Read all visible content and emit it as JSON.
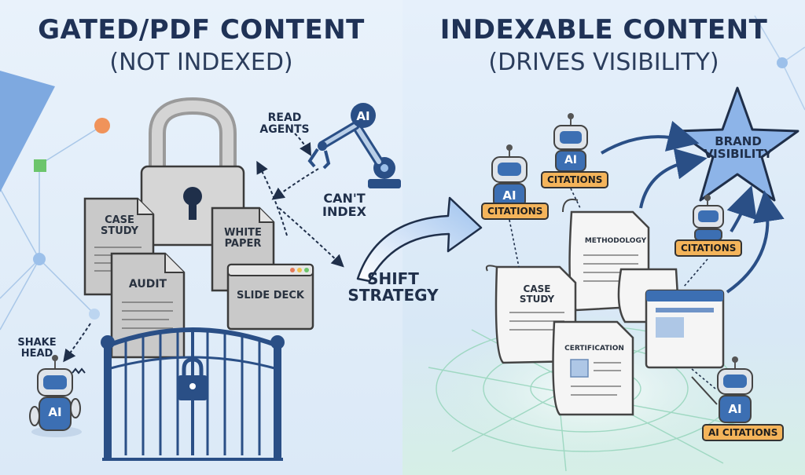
{
  "left": {
    "title": "GATED/PDF CONTENT",
    "subtitle": "(NOT INDEXED)",
    "docs": [
      "CASE STUDY",
      "AUDIT",
      "WHITE PAPER",
      "SLIDE DECK"
    ],
    "read_agents": "READ AGENTS",
    "cant_index": "CAN'T INDEX",
    "shake_head": "SHAKE HEAD",
    "robot_ai": "AI",
    "arm_ai": "AI"
  },
  "center": {
    "shift_strategy": "SHIFT STRATEGY"
  },
  "right": {
    "title": "INDEXABLE CONTENT",
    "subtitle": "(DRIVES VISIBILITY)",
    "brand_visibility": "BRAND VISIBILITY",
    "docs": [
      "METHODOLOGY",
      "CASE STUDY",
      "CERTIFICATION"
    ],
    "robot_ai": "AI",
    "badges": [
      "CITATIONS",
      "CITATIONS",
      "CITATIONS",
      "AI CITATIONS"
    ]
  },
  "colors": {
    "navy": "#1f3256",
    "badge_orange": "#f4b45a",
    "robot_blue": "#3c6fb3",
    "star_blue": "#8db4e8",
    "doc_gray": "#c9c9c9"
  }
}
